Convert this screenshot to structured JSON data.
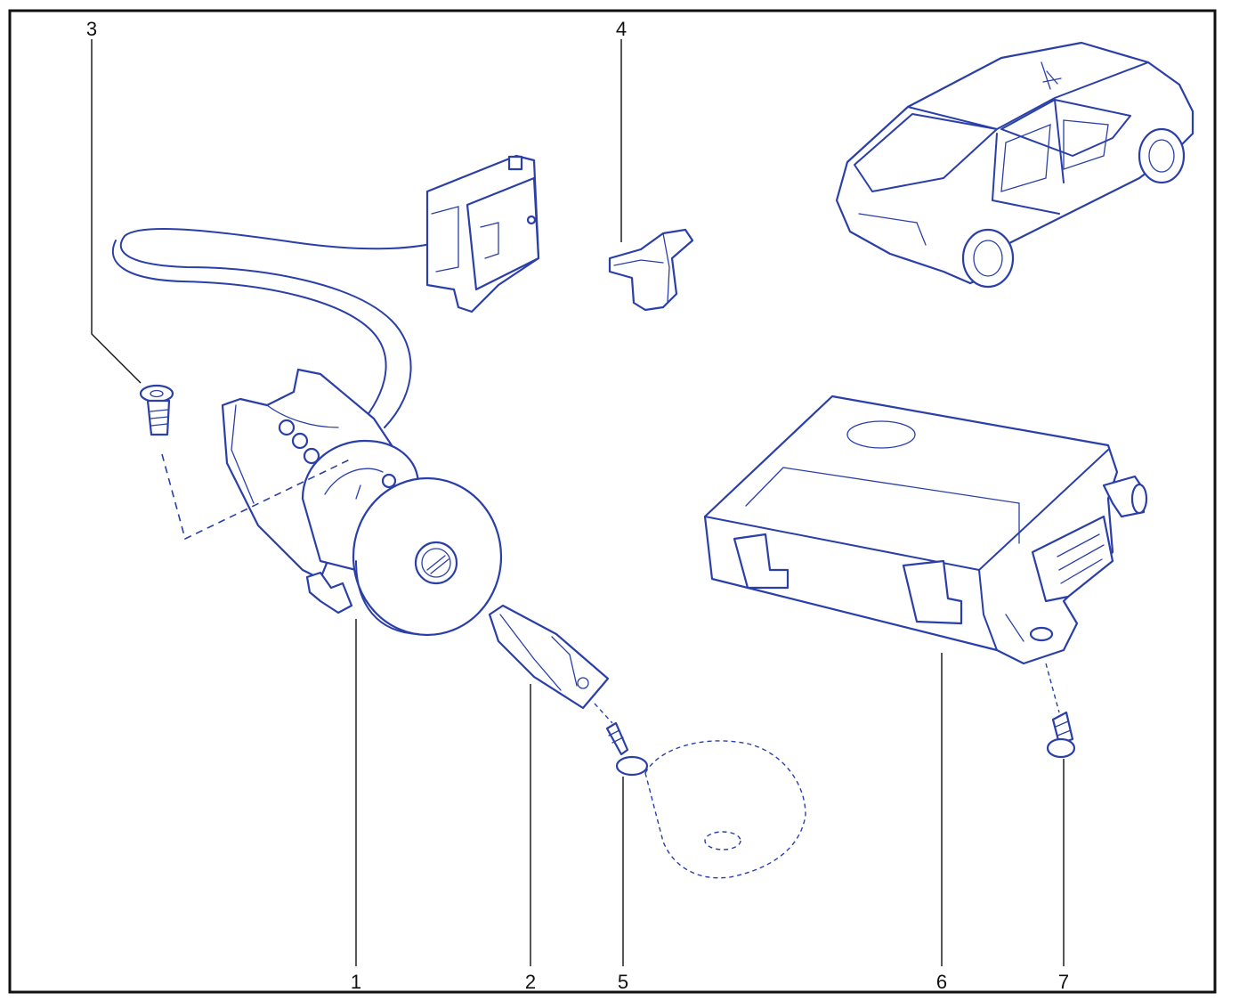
{
  "callouts": [
    {
      "id": "1",
      "label": "1"
    },
    {
      "id": "2",
      "label": "2"
    },
    {
      "id": "3",
      "label": "3"
    },
    {
      "id": "4",
      "label": "4"
    },
    {
      "id": "5",
      "label": "5"
    },
    {
      "id": "6",
      "label": "6"
    },
    {
      "id": "7",
      "label": "7"
    }
  ],
  "colors": {
    "line_art": "#2a3fa8",
    "frame": "#111111",
    "background": "#ffffff"
  }
}
